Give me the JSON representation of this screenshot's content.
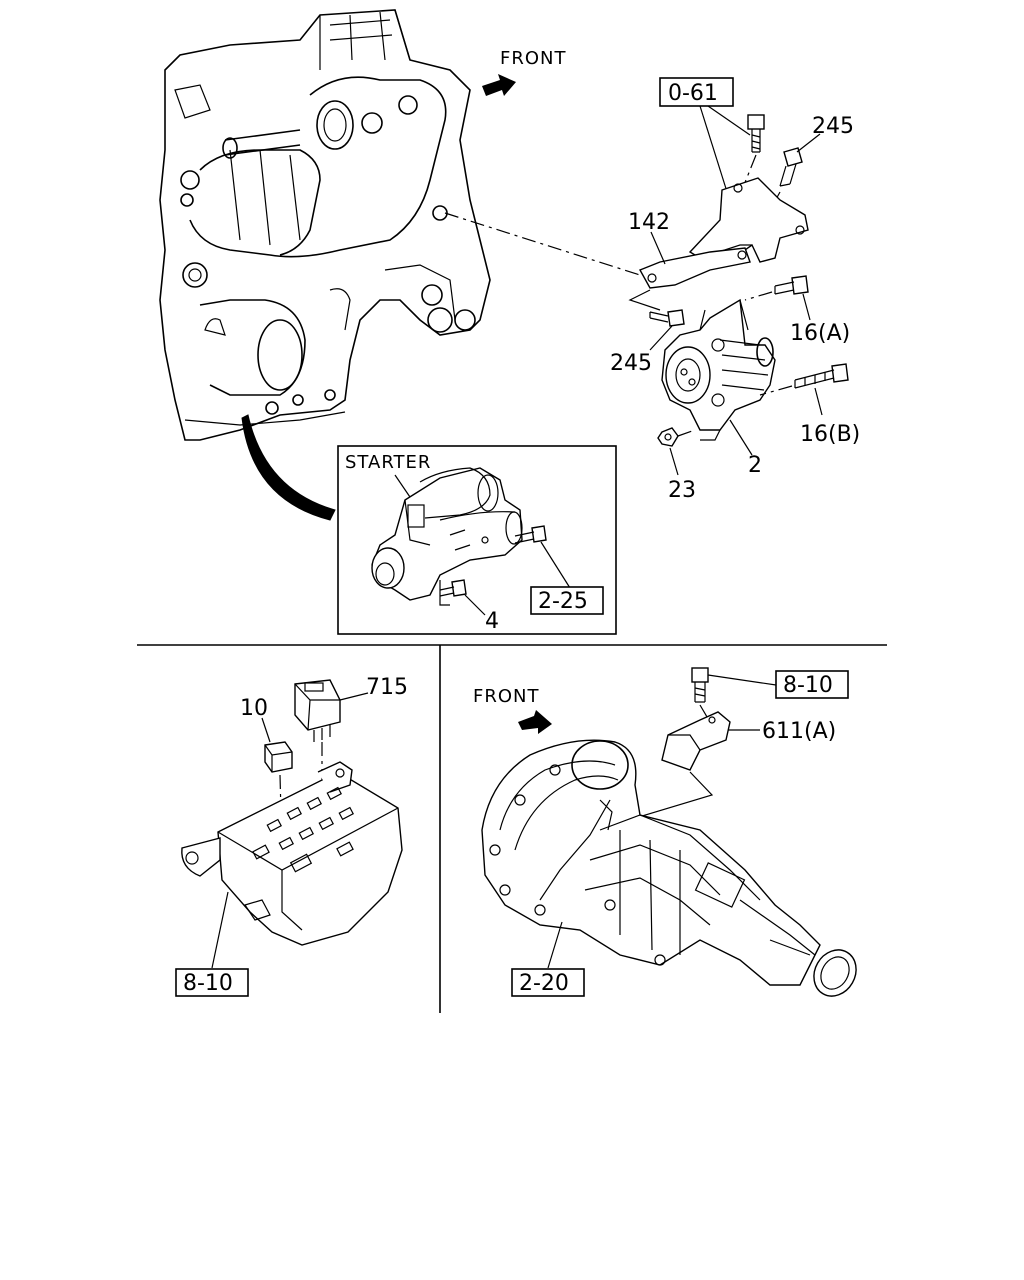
{
  "top": {
    "front_label": "FRONT",
    "ref_0_61": "0-61",
    "part_245_top": "245",
    "part_142": "142",
    "part_245_left": "245",
    "part_16a": "16(A)",
    "part_16b": "16(B)",
    "part_2": "2",
    "part_23": "23"
  },
  "starter_inset": {
    "title": "STARTER",
    "ref_2_25": "2-25",
    "part_4": "4"
  },
  "bottom_left": {
    "part_715": "715",
    "part_10": "10",
    "ref_8_10": "8-10"
  },
  "bottom_right": {
    "front_label": "FRONT",
    "ref_8_10": "8-10",
    "part_611a": "611(A)",
    "ref_2_20": "2-20"
  }
}
